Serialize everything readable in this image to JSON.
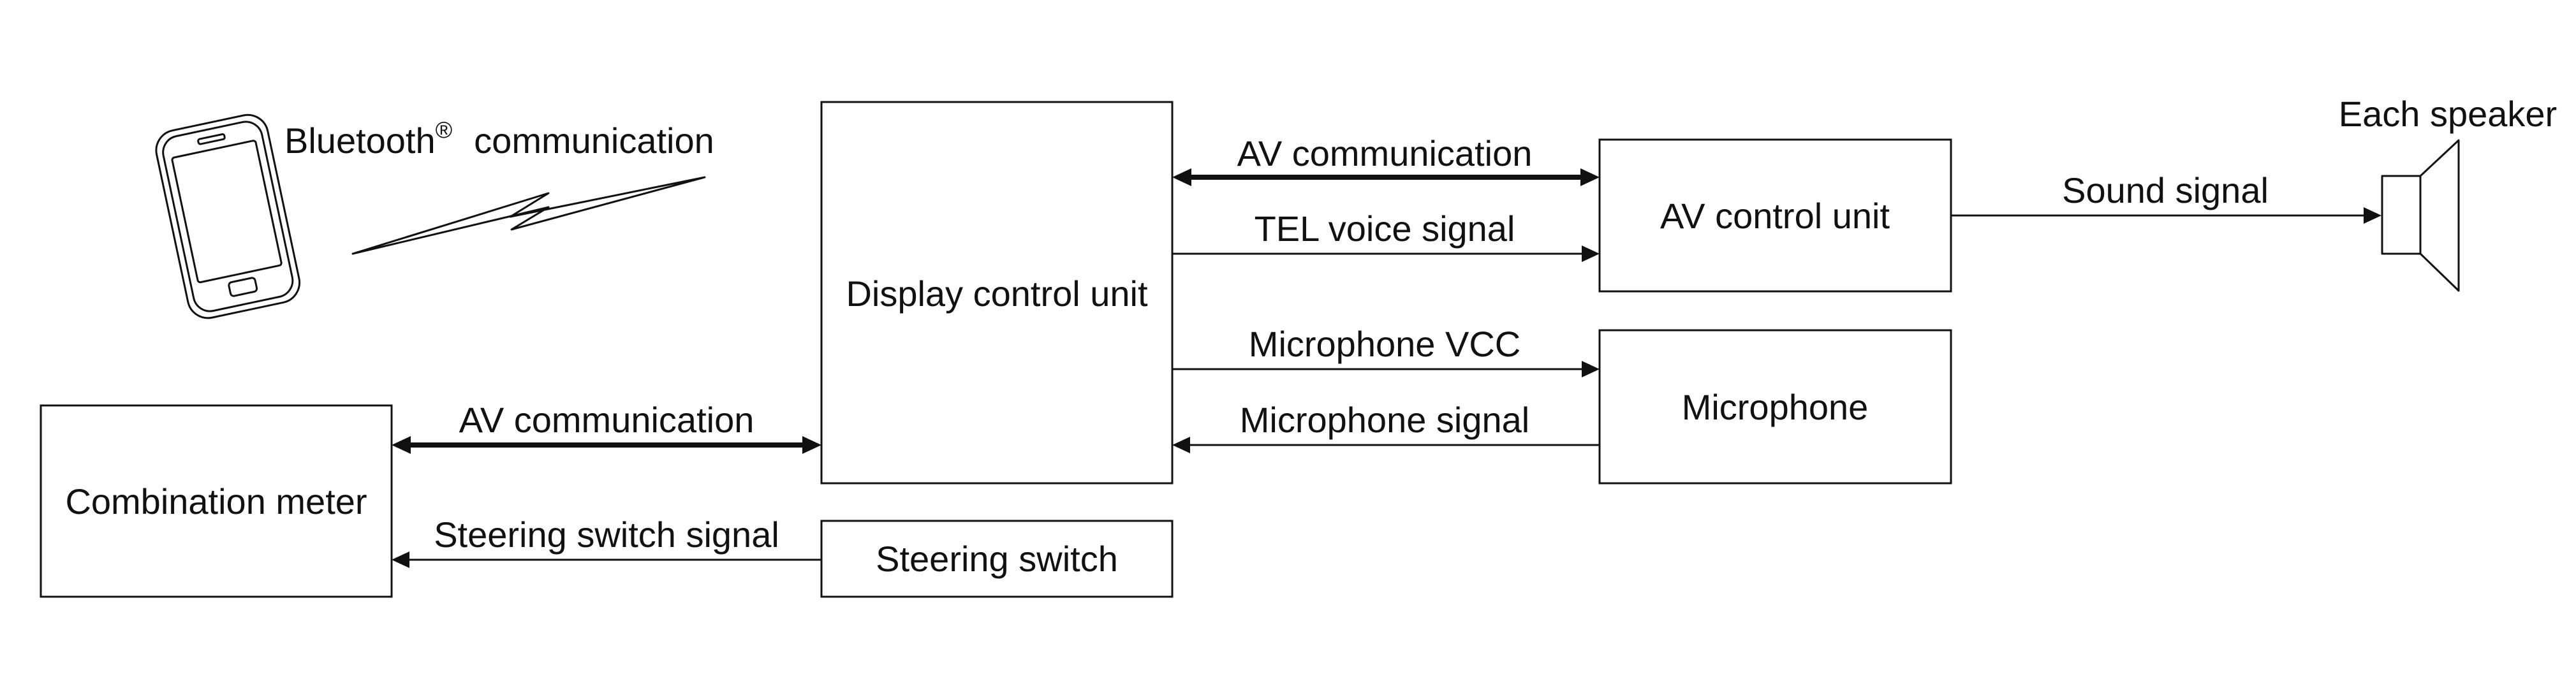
{
  "blocks": {
    "display_control_unit": "Display control unit",
    "av_control_unit": "AV control unit",
    "microphone": "Microphone",
    "combination_meter": "Combination meter",
    "steering_switch": "Steering switch"
  },
  "signals": {
    "av_communication_upper": "AV communication",
    "tel_voice_signal": "TEL voice signal",
    "microphone_vcc": "Microphone VCC",
    "microphone_signal": "Microphone signal",
    "av_communication_lower": "AV communication",
    "steering_switch_signal": "Steering switch signal",
    "sound_signal": "Sound signal"
  },
  "labels": {
    "each_speaker": "Each speaker",
    "bluetooth": "Bluetooth",
    "registered_mark": "®",
    "communication": "communication"
  },
  "icons": {
    "phone": "smartphone-icon",
    "wireless": "lightning-bolt-icon",
    "speaker": "speaker-icon"
  }
}
